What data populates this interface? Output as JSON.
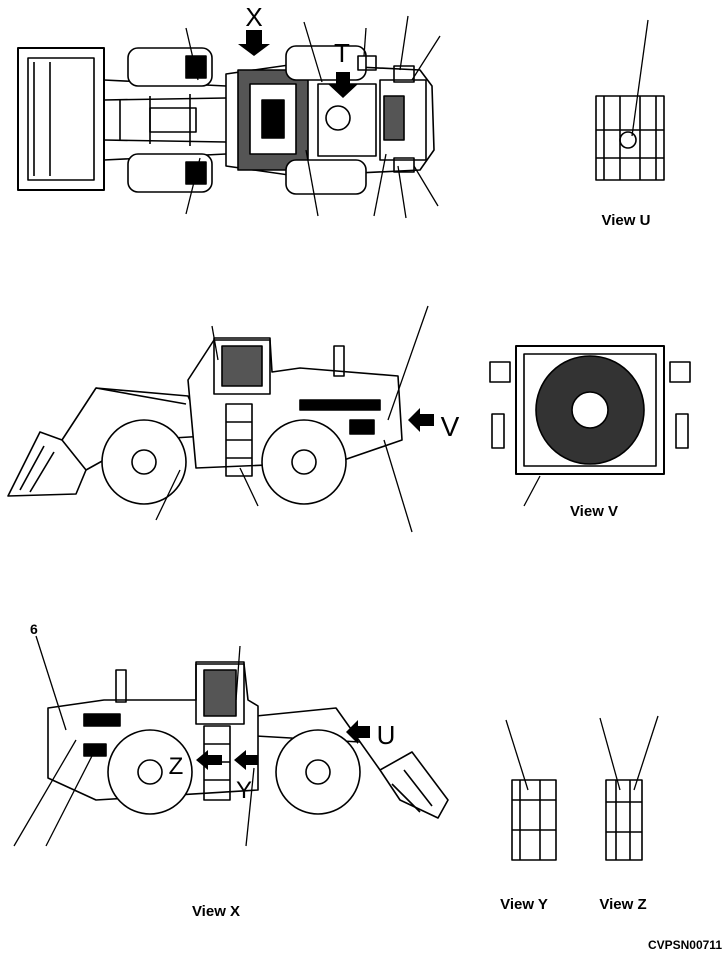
{
  "views": {
    "u": "View U",
    "v": "View V",
    "x": "View X",
    "y": "View Y",
    "z": "View Z"
  },
  "arrows": {
    "x": "X",
    "t": "T",
    "v": "V",
    "u": "U",
    "y": "Y",
    "z": "Z"
  },
  "callout": {
    "six": "6"
  },
  "figure_code": "CVPSN00711"
}
